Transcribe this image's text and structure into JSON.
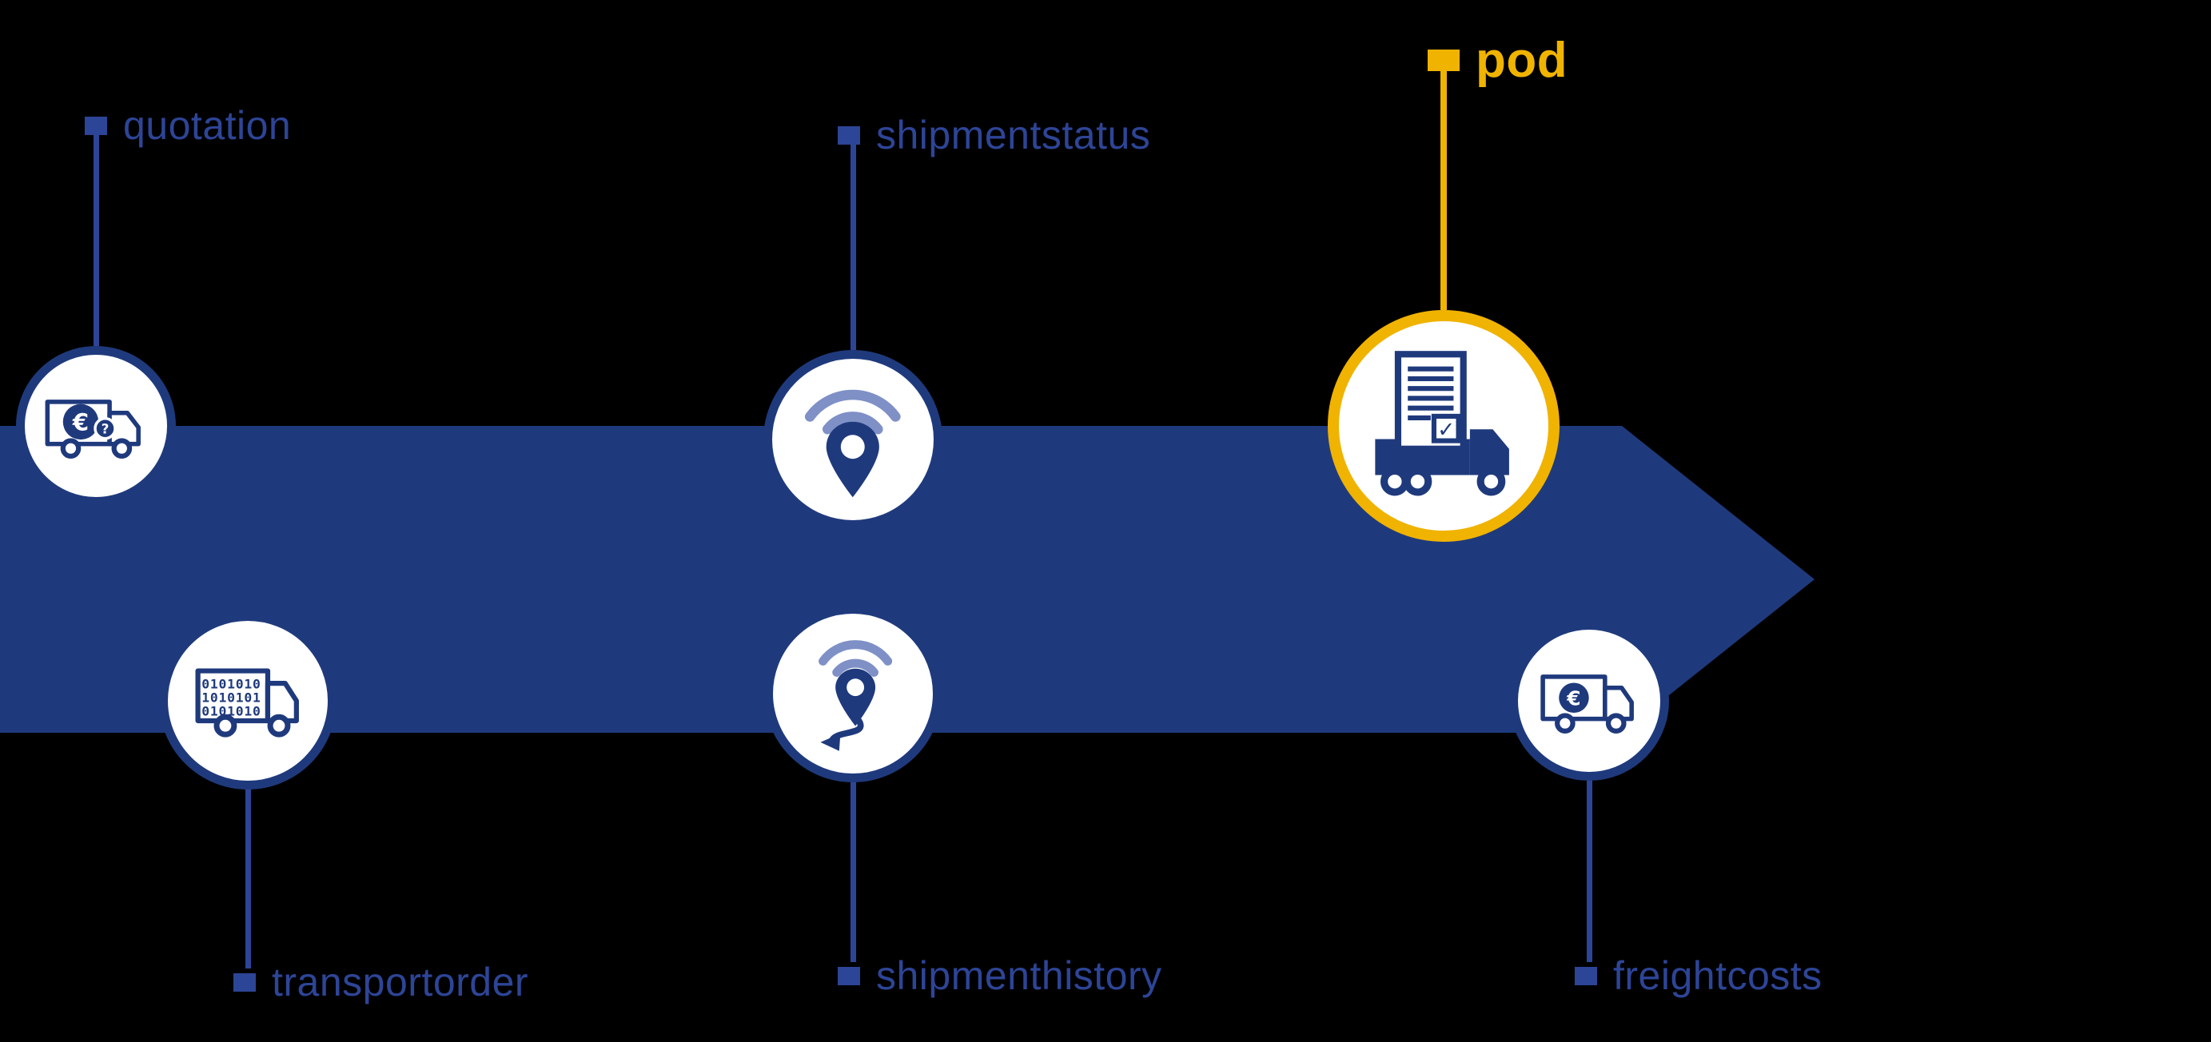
{
  "diagram": {
    "type": "process-flow-arrow",
    "colors": {
      "navy": "#1f3a7c",
      "label": "#2d4597",
      "accent": "#f0b300",
      "wave": "#7e90c6",
      "background": "#000000",
      "white": "#ffffff"
    },
    "arrow": {
      "direction": "right"
    },
    "glyphs": {
      "euro": "€",
      "question": "?",
      "check": "✓"
    },
    "nodes": [
      {
        "id": "quotation",
        "label": "quotation",
        "row": "top",
        "icon": "truck-euro-question-icon",
        "highlighted": false
      },
      {
        "id": "shipmentstatus",
        "label": "shipmentstatus",
        "row": "top",
        "icon": "gps-pin-signal-icon",
        "highlighted": false
      },
      {
        "id": "pod",
        "label": "pod",
        "row": "top",
        "icon": "pod-document-truck-icon",
        "highlighted": true
      },
      {
        "id": "transportorder",
        "label": "transportorder",
        "row": "bottom",
        "icon": "truck-binary-data-icon",
        "highlighted": false,
        "binary_lines": [
          "0101010",
          "1010101",
          "0101010"
        ]
      },
      {
        "id": "shipmenthistory",
        "label": "shipmenthistory",
        "row": "bottom",
        "icon": "gps-route-history-icon",
        "highlighted": false
      },
      {
        "id": "freightcosts",
        "label": "freightcosts",
        "row": "bottom",
        "icon": "truck-euro-icon",
        "highlighted": false
      }
    ]
  }
}
